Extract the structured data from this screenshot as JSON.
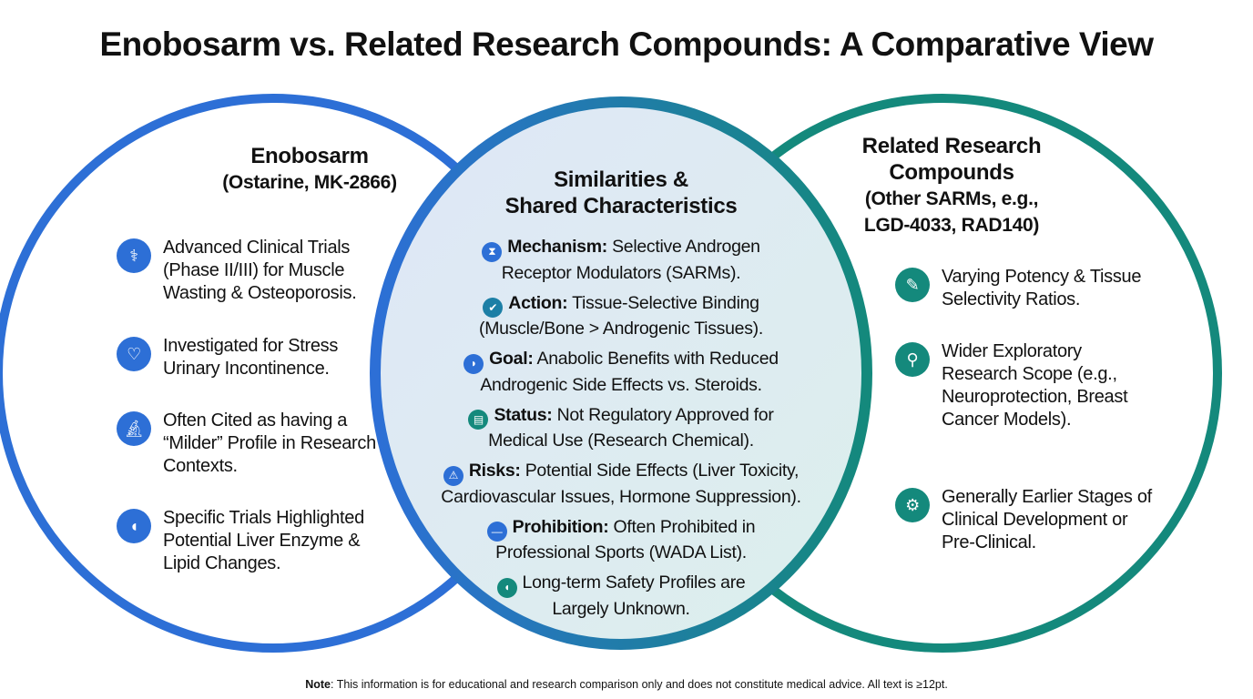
{
  "title": "Enobosarm vs. Related Research Compounds: A Comparative View",
  "colors": {
    "left": "#2d6fd6",
    "right": "#14897c"
  },
  "left": {
    "heading": "Enobosarm",
    "subheading": "(Ostarine, MK-2866)",
    "items": [
      {
        "icon": "clinical-trial-icon",
        "text": "Advanced Clinical Trials (Phase II/III) for Muscle Wasting & Osteoporosis."
      },
      {
        "icon": "pelvis-icon",
        "text": "Investigated for Stress Urinary Incontinence."
      },
      {
        "icon": "microscope-icon",
        "text": "Often Cited as having a “Milder” Profile in Research Contexts."
      },
      {
        "icon": "liver-icon",
        "text": "Specific Trials Highlighted Potential Liver Enzyme & Lipid Changes."
      }
    ]
  },
  "middle": {
    "heading_line1": "Similarities &",
    "heading_line2": "Shared Characteristics",
    "items": [
      {
        "icon": "dna-icon",
        "label": "Mechanism:",
        "text": " Selective Androgen Receptor Modulators (SARMs)."
      },
      {
        "icon": "target-binding-icon",
        "label": "Action:",
        "text": " Tissue-Selective Binding (Muscle/Bone > Androgenic Tissues)."
      },
      {
        "icon": "muscle-icon",
        "label": "Goal:",
        "text": " Anabolic Benefits with Reduced Androgenic Side Effects vs. Steroids."
      },
      {
        "icon": "document-icon",
        "label": "Status:",
        "text": " Not Regulatory Approved for Medical Use (Research Chemical)."
      },
      {
        "icon": "warning-icon",
        "label": "Risks:",
        "text": " Potential Side Effects (Liver Toxicity, Cardiovascular Issues, Hormone Suppression)."
      },
      {
        "icon": "prohibited-icon",
        "label": "Prohibition:",
        "text": " Often Prohibited in Professional Sports (WADA List)."
      },
      {
        "icon": "liver-icon",
        "label": "",
        "text": "Long-term Safety Profiles are Largely Unknown."
      }
    ]
  },
  "right": {
    "heading_line1": "Related Research",
    "heading_line2": "Compounds",
    "sub_line1": "(Other SARMs, e.g.,",
    "sub_line2": "LGD-4033, RAD140)",
    "items": [
      {
        "icon": "syringe-icon",
        "text": "Varying Potency & Tissue Selectivity Ratios."
      },
      {
        "icon": "magnifier-icon",
        "text": "Wider Exploratory Research Scope (e.g., Neuroprotection, Breast Cancer Models)."
      },
      {
        "icon": "gear-icon",
        "text": "Generally Earlier Stages of Clinical Development or Pre-Clinical."
      }
    ]
  },
  "note": {
    "label": "Note",
    "text": ": This information is for educational and research comparison only and does not constitute medical advice. All text is ≥12pt."
  }
}
